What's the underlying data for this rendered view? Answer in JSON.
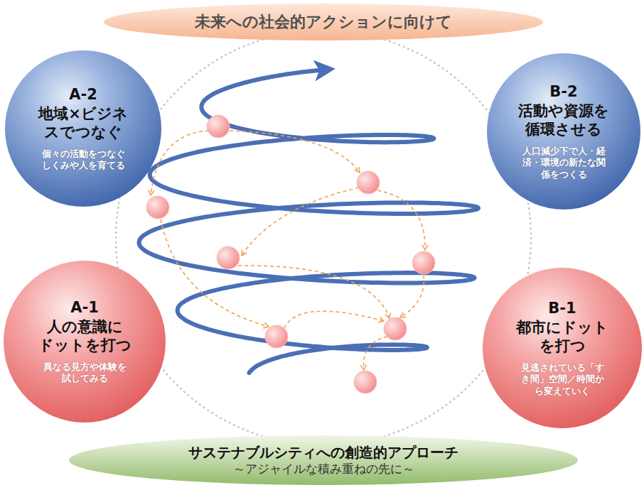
{
  "diagram": {
    "nodes": [
      {
        "text": [
          "未来への社会的アクションに向けて"
        ]
      },
      {
        "text": [
          "A-2",
          "地域×ビジネスでつなぐ",
          "個々の活動をつなぐしくみや人を育てる"
        ]
      },
      {
        "text": [
          "B-2",
          "活動や資源を循環させる",
          "人口減少下で人・経済・環境の新たな関係をつくる"
        ]
      },
      {
        "text": [
          "A-1",
          "人の意識にドットを打つ",
          "異なる見方や体験を試してみる"
        ]
      },
      {
        "text": [
          "B-1",
          "都市にドットを打つ",
          "見逃されている「すき間」空間／時間から変えていく"
        ]
      },
      {
        "text": [
          "サステナブルシティへの創造的アプローチ",
          "～アジャイルな積み重ねの先に～"
        ]
      }
    ]
  }
}
